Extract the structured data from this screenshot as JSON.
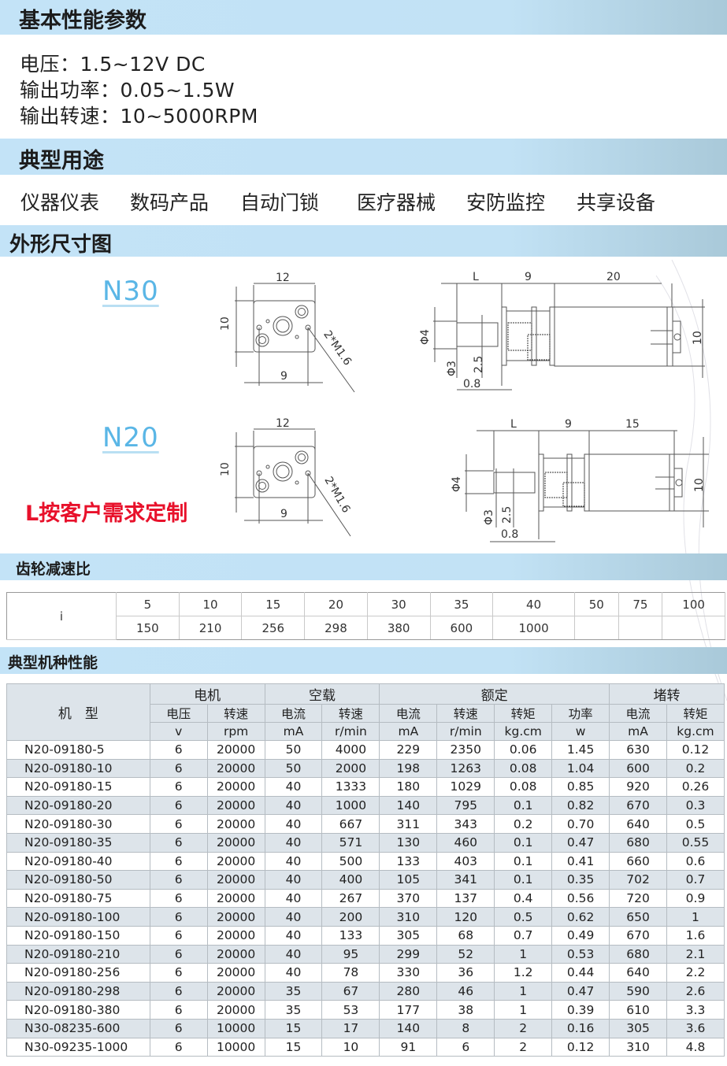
{
  "sections": {
    "basic": "基本性能参数",
    "usage": "典型用途",
    "dimensions": "外形尺寸图",
    "gear_ratio": "齿轮减速比",
    "performance": "典型机种性能"
  },
  "specs": [
    "电压：1.5~12V DC",
    "输出功率：0.05~1.5W",
    "输出转速：10~5000RPM"
  ],
  "uses": [
    "仪器仪表",
    "数码产品",
    "自动门锁",
    "医疗器械",
    "安防监控",
    "共享设备"
  ],
  "drawings": {
    "n30": {
      "label": "N30",
      "front": {
        "width": "12",
        "height": "10",
        "hole_pitch": "9",
        "thread": "2*M1.6"
      },
      "side": {
        "L": "L",
        "gearbox": "9",
        "motor": "20",
        "dia": "10",
        "shaft_dia": "Φ4",
        "shaft_d": "Φ3",
        "flat": "2.5",
        "collar": "0.8"
      }
    },
    "n20": {
      "label": "N20",
      "front": {
        "width": "12",
        "height": "10",
        "hole_pitch": "9",
        "thread": "2*M1.6"
      },
      "side": {
        "L": "L",
        "gearbox": "9",
        "motor": "15",
        "dia": "10",
        "shaft_dia": "Φ4",
        "shaft_d": "Φ3",
        "flat": "2.5",
        "collar": "0.8"
      }
    },
    "custom_note": "L按客户需求定制"
  },
  "gear_table": {
    "label": "i",
    "row1": [
      "5",
      "10",
      "15",
      "20",
      "30",
      "35",
      "40",
      "50",
      "75",
      "100"
    ],
    "row2": [
      "150",
      "210",
      "256",
      "298",
      "380",
      "600",
      "1000",
      "",
      "",
      ""
    ]
  },
  "perf_table": {
    "model_header": "机　型",
    "groups": [
      "电机",
      "空载",
      "额定",
      "堵转"
    ],
    "columns": [
      "电压",
      "转速",
      "电流",
      "转速",
      "电流",
      "转速",
      "转矩",
      "功率",
      "电流",
      "转矩"
    ],
    "units": [
      "v",
      "rpm",
      "mA",
      "r/min",
      "mA",
      "r/min",
      "kg.cm",
      "w",
      "mA",
      "kg.cm"
    ],
    "rows": [
      [
        "N20-09180-5",
        "6",
        "20000",
        "50",
        "4000",
        "229",
        "2350",
        "0.06",
        "1.45",
        "630",
        "0.12"
      ],
      [
        "N20-09180-10",
        "6",
        "20000",
        "50",
        "2000",
        "198",
        "1263",
        "0.08",
        "1.04",
        "600",
        "0.2"
      ],
      [
        "N20-09180-15",
        "6",
        "20000",
        "40",
        "1333",
        "180",
        "1029",
        "0.08",
        "0.85",
        "920",
        "0.26"
      ],
      [
        "N20-09180-20",
        "6",
        "20000",
        "40",
        "1000",
        "140",
        "795",
        "0.1",
        "0.82",
        "670",
        "0.3"
      ],
      [
        "N20-09180-30",
        "6",
        "20000",
        "40",
        "667",
        "311",
        "343",
        "0.2",
        "0.70",
        "640",
        "0.5"
      ],
      [
        "N20-09180-35",
        "6",
        "20000",
        "40",
        "571",
        "130",
        "460",
        "0.1",
        "0.47",
        "680",
        "0.55"
      ],
      [
        "N20-09180-40",
        "6",
        "20000",
        "40",
        "500",
        "133",
        "403",
        "0.1",
        "0.41",
        "660",
        "0.6"
      ],
      [
        "N20-09180-50",
        "6",
        "20000",
        "40",
        "400",
        "105",
        "341",
        "0.1",
        "0.35",
        "702",
        "0.7"
      ],
      [
        "N20-09180-75",
        "6",
        "20000",
        "40",
        "267",
        "370",
        "137",
        "0.4",
        "0.56",
        "720",
        "0.9"
      ],
      [
        "N20-09180-100",
        "6",
        "20000",
        "40",
        "200",
        "310",
        "120",
        "0.5",
        "0.62",
        "650",
        "1"
      ],
      [
        "N20-09180-150",
        "6",
        "20000",
        "40",
        "133",
        "305",
        "68",
        "0.7",
        "0.49",
        "670",
        "1.6"
      ],
      [
        "N20-09180-210",
        "6",
        "20000",
        "40",
        "95",
        "299",
        "52",
        "1",
        "0.53",
        "680",
        "2.1"
      ],
      [
        "N20-09180-256",
        "6",
        "20000",
        "40",
        "78",
        "330",
        "36",
        "1.2",
        "0.44",
        "640",
        "2.2"
      ],
      [
        "N20-09180-298",
        "6",
        "20000",
        "35",
        "67",
        "280",
        "46",
        "1",
        "0.47",
        "590",
        "2.6"
      ],
      [
        "N20-09180-380",
        "6",
        "20000",
        "35",
        "53",
        "177",
        "38",
        "1",
        "0.39",
        "610",
        "3.3"
      ],
      [
        "N30-08235-600",
        "6",
        "10000",
        "15",
        "17",
        "140",
        "8",
        "2",
        "0.16",
        "305",
        "3.6"
      ],
      [
        "N30-09235-1000",
        "6",
        "10000",
        "15",
        "10",
        "91",
        "6",
        "2",
        "0.12",
        "310",
        "4.8"
      ]
    ]
  },
  "colors": {
    "band": "#c3e3f7",
    "model_label": "#5ab6e6",
    "custom_note": "#e8112b",
    "table_shade": "#dde4ea"
  }
}
